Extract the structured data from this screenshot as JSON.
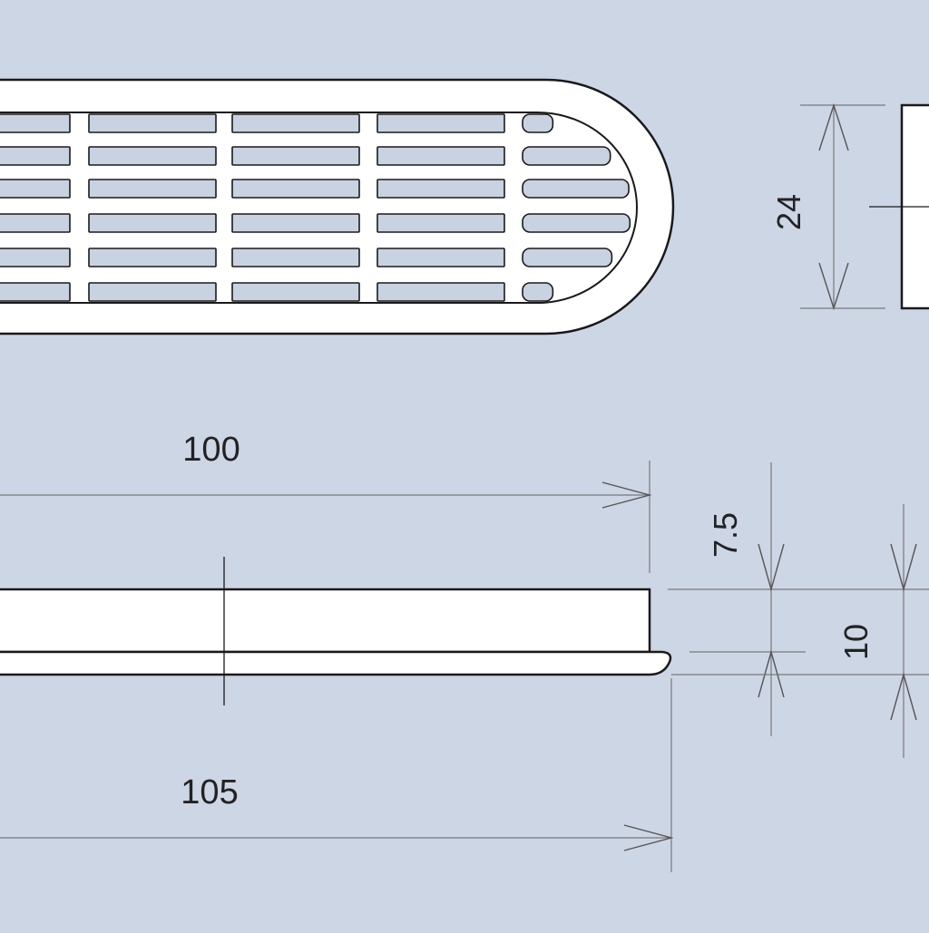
{
  "colors": {
    "background": "#cdd6e5",
    "part_fill": "#ffffff",
    "outline": "#1a1a1a",
    "dimension_line": "#7a7a7a"
  },
  "dimensions": {
    "height": "24",
    "length": "100",
    "overall_length": "105",
    "body_depth": "7.5",
    "total_depth": "10"
  }
}
